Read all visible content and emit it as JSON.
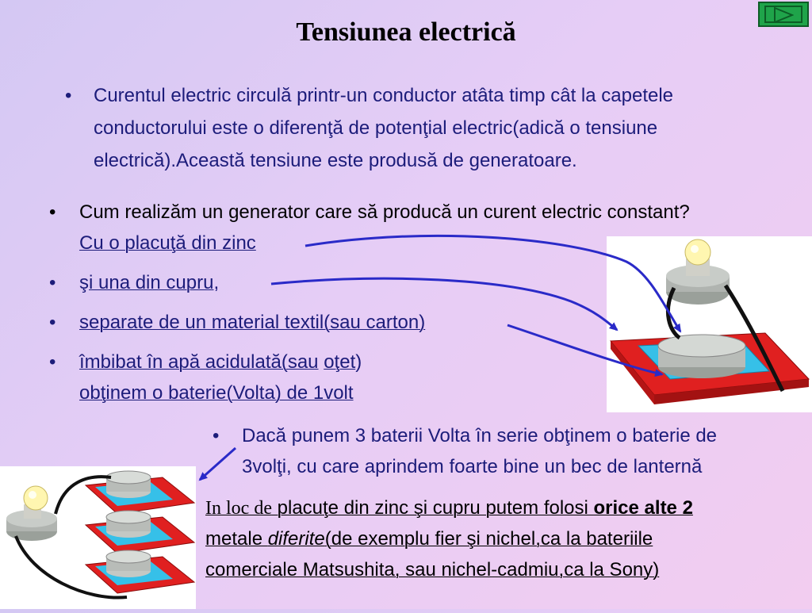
{
  "title": "Tensiunea electrică",
  "nav": {
    "icon": "play-next-icon"
  },
  "intro": {
    "bullet": "•",
    "line1": "Curentul electric circulă printr-un conductor  atâta timp cât la capetele",
    "line2": "conductorului este o diferenţă de potenţial electric(adică o tensiune",
    "line3": "electrică).Această tensiune este produsă de generatoare."
  },
  "list": {
    "b1": "•",
    "b2": "•",
    "b3": "•",
    "b4": "•",
    "b5": "•",
    "question": "Cum realizăm un generator care să producă un curent electric constant?",
    "zinc": "Cu o placuţă din zinc",
    "copper_pre": "ş",
    "copper_link": "i una din cupru",
    "copper_post": ",",
    "separate": "separate de un material textil(sau carton)",
    "soaked_a": "îmbibat în apă acidulată(sau",
    "soaked_sp": " ",
    "soaked_b": "oţet",
    "soaked_c": ")",
    "result": "obţinem o baterie(Volta) de 1volt",
    "series_line1": "Dacă punem 3 baterii Volta în serie obţinem o baterie de",
    "series_line2": "3volţi, cu care aprindem foarte bine un bec de lanternă"
  },
  "note": {
    "p1": "In loc de",
    "p2": " placuţe din zinc şi cupru putem folosi ",
    "p3": "orice alte 2",
    "p4": "metale ",
    "p5": "diferite",
    "p6": "(de exemplu fier şi nichel,ca la bateriile",
    "p7": "comerciale Matsushita, sau nichel-cadmiu,ca la Sony)"
  },
  "colors": {
    "text": "#1c1c7a",
    "arrow": "#2a2ac8",
    "plate_red": "#e02020",
    "plate_blue": "#36c0e8",
    "zinc_gray": "#b8bcb8"
  },
  "images": {
    "single_cell": "volta-cell-with-bulb-image",
    "stack": "volta-stack-with-bulb-image"
  }
}
